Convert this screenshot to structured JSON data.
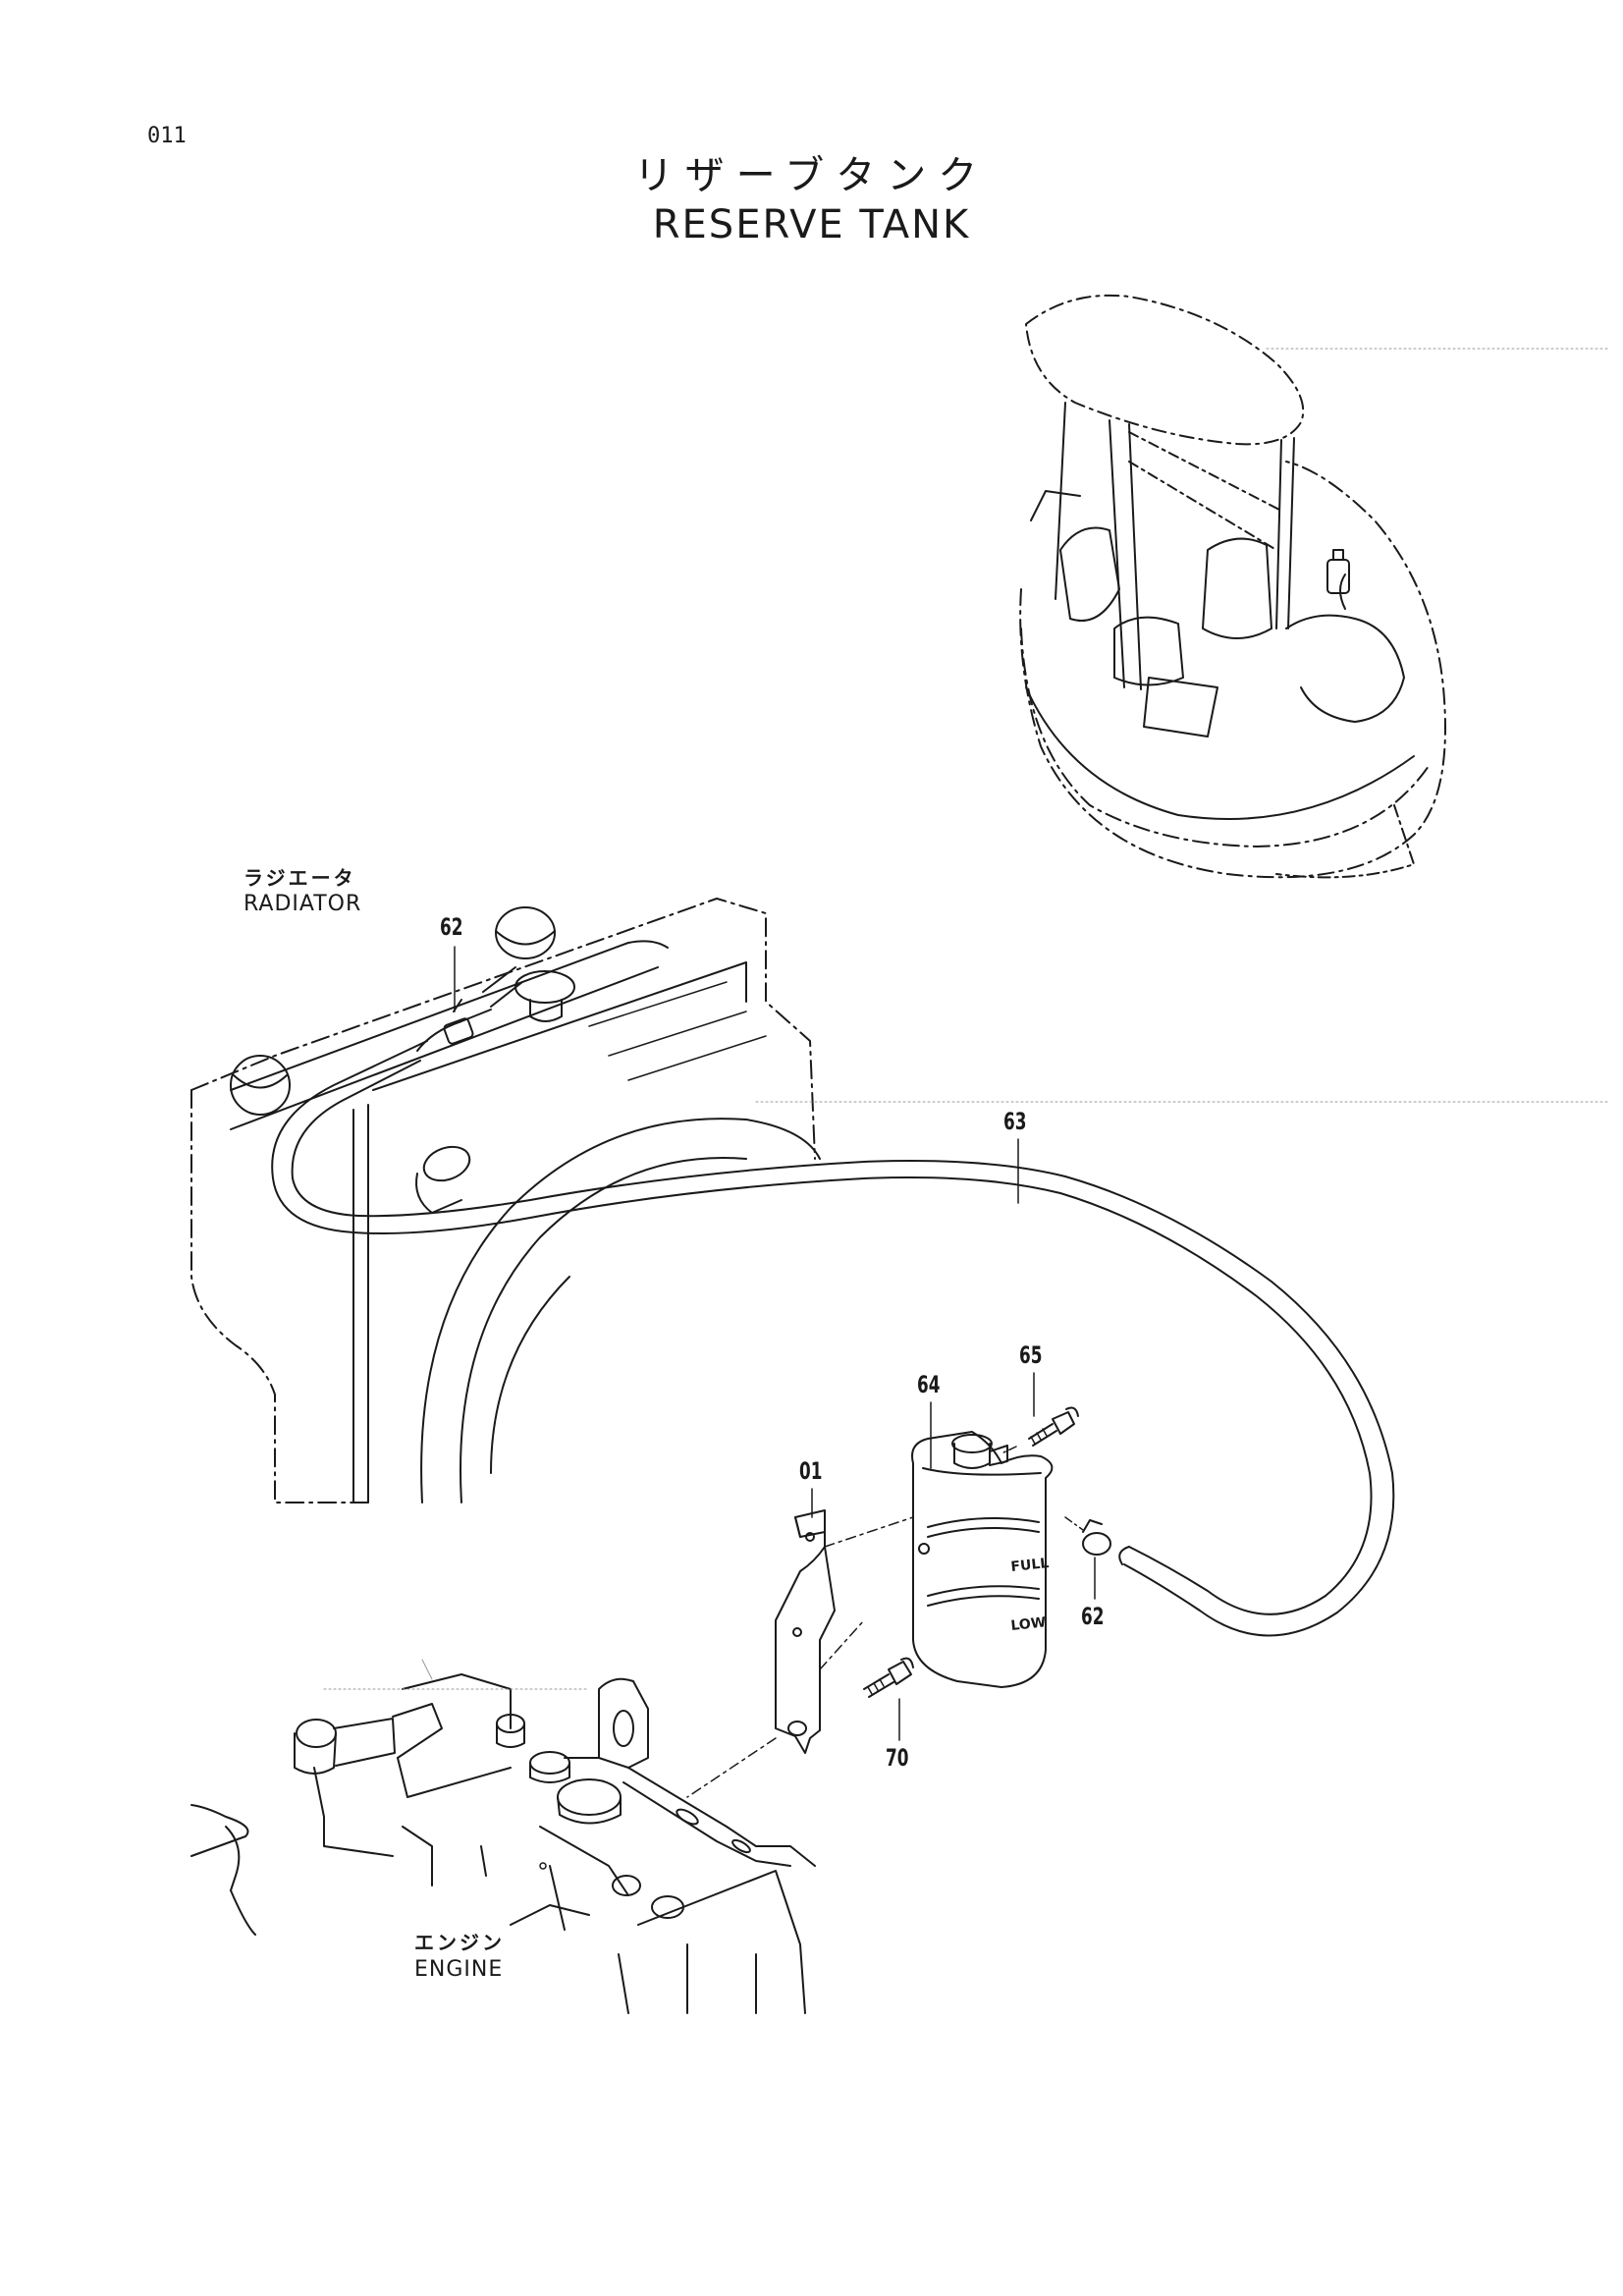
{
  "page": {
    "number": "011"
  },
  "title": {
    "ja": "リザーブタンク",
    "en": "RESERVE TANK"
  },
  "labels": {
    "radiator": {
      "ja": "ラジエータ",
      "en": "RADIATOR"
    },
    "engine": {
      "ja": "エンジン",
      "en": "ENGINE"
    }
  },
  "tank_markings": {
    "full": "FULL",
    "low": "LOW"
  },
  "callouts": [
    {
      "id": "62",
      "part": "hose-clamp-upper"
    },
    {
      "id": "63",
      "part": "overflow-hose"
    },
    {
      "id": "64",
      "part": "reserve-tank"
    },
    {
      "id": "65",
      "part": "cap-bolt"
    },
    {
      "id": "01",
      "part": "bracket"
    },
    {
      "id": "62",
      "part": "hose-clamp-lower"
    },
    {
      "id": "70",
      "part": "mount-bolt"
    }
  ],
  "colors": {
    "ink": "#1a1a1a",
    "paper": "#ffffff"
  }
}
